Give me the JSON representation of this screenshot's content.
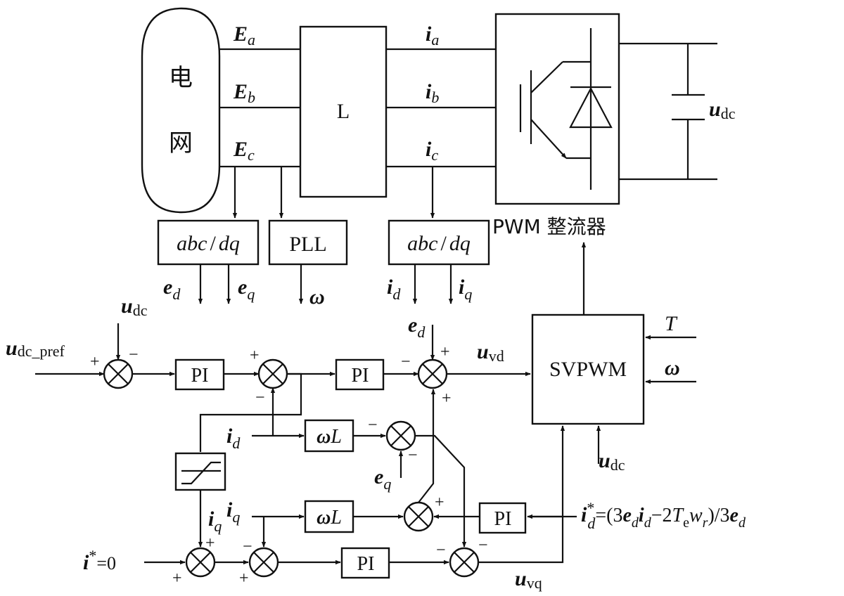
{
  "grid": {
    "line1": "电",
    "line2": "网"
  },
  "grid_voltages": [
    {
      "sym": "E",
      "sub": "a"
    },
    {
      "sym": "E",
      "sub": "b"
    },
    {
      "sym": "E",
      "sub": "c"
    }
  ],
  "currents": [
    {
      "sym": "i",
      "sub": "a"
    },
    {
      "sym": "i",
      "sub": "b"
    },
    {
      "sym": "i",
      "sub": "c"
    }
  ],
  "inductor_label": "L",
  "rectifier_label": "PWM 整流器",
  "dc_voltage": {
    "sym": "u",
    "sub": "dc"
  },
  "transform_left": {
    "a": "abc",
    "sep": "/",
    "b": "dq"
  },
  "transform_right": {
    "a": "abc",
    "sep": "/",
    "b": "dq"
  },
  "pll_label": "PLL",
  "outputs": {
    "ed": {
      "sym": "e",
      "sub": "d"
    },
    "eq": {
      "sym": "e",
      "sub": "q"
    },
    "omega": "ω",
    "id": {
      "sym": "i",
      "sub": "d"
    },
    "iq": {
      "sym": "i",
      "sub": "q"
    }
  },
  "svpwm_label": "SVPWM",
  "svpwm_inputs": {
    "T": "T",
    "omega": "ω"
  },
  "pi_label": "PI",
  "wl_label": {
    "w": "ω",
    "l": "L"
  },
  "refs": {
    "udc_ref": {
      "sym": "u",
      "sub": "dc_pref"
    },
    "udc_fb": {
      "sym": "u",
      "sub": "dc"
    },
    "udc_svpwm": {
      "sym": "u",
      "sub": "dc"
    },
    "uvd": {
      "sym": "u",
      "sub": "vd"
    },
    "uvq": {
      "sym": "u",
      "sub": "vq"
    },
    "ed_sum": {
      "sym": "e",
      "sub": "d"
    },
    "eq_sum": {
      "sym": "e",
      "sub": "q"
    },
    "id_cross": {
      "sym": "i",
      "sub": "d"
    },
    "iq_cross": {
      "sym": "i",
      "sub": "q"
    },
    "iq_limit": {
      "sym": "i",
      "sub": "q"
    },
    "iq_star": {
      "sym": "i",
      "sup": "*",
      "rest": "=0"
    }
  },
  "id_formula": {
    "lhs": "i",
    "lhs_sup": "*",
    "lhs_sub": "d",
    "eq": "=(3",
    "t1": "e",
    "t1_sub": "d",
    "t2": "i",
    "t2_sub": "d",
    "minus": "−2",
    "t3": "T",
    "t3_sub": "e",
    "t4": "w",
    "t4_sub": "r",
    "close": ")/3",
    "t5": "e",
    "t5_sub": "d"
  },
  "signs": {
    "plus": "+",
    "minus": "−"
  }
}
